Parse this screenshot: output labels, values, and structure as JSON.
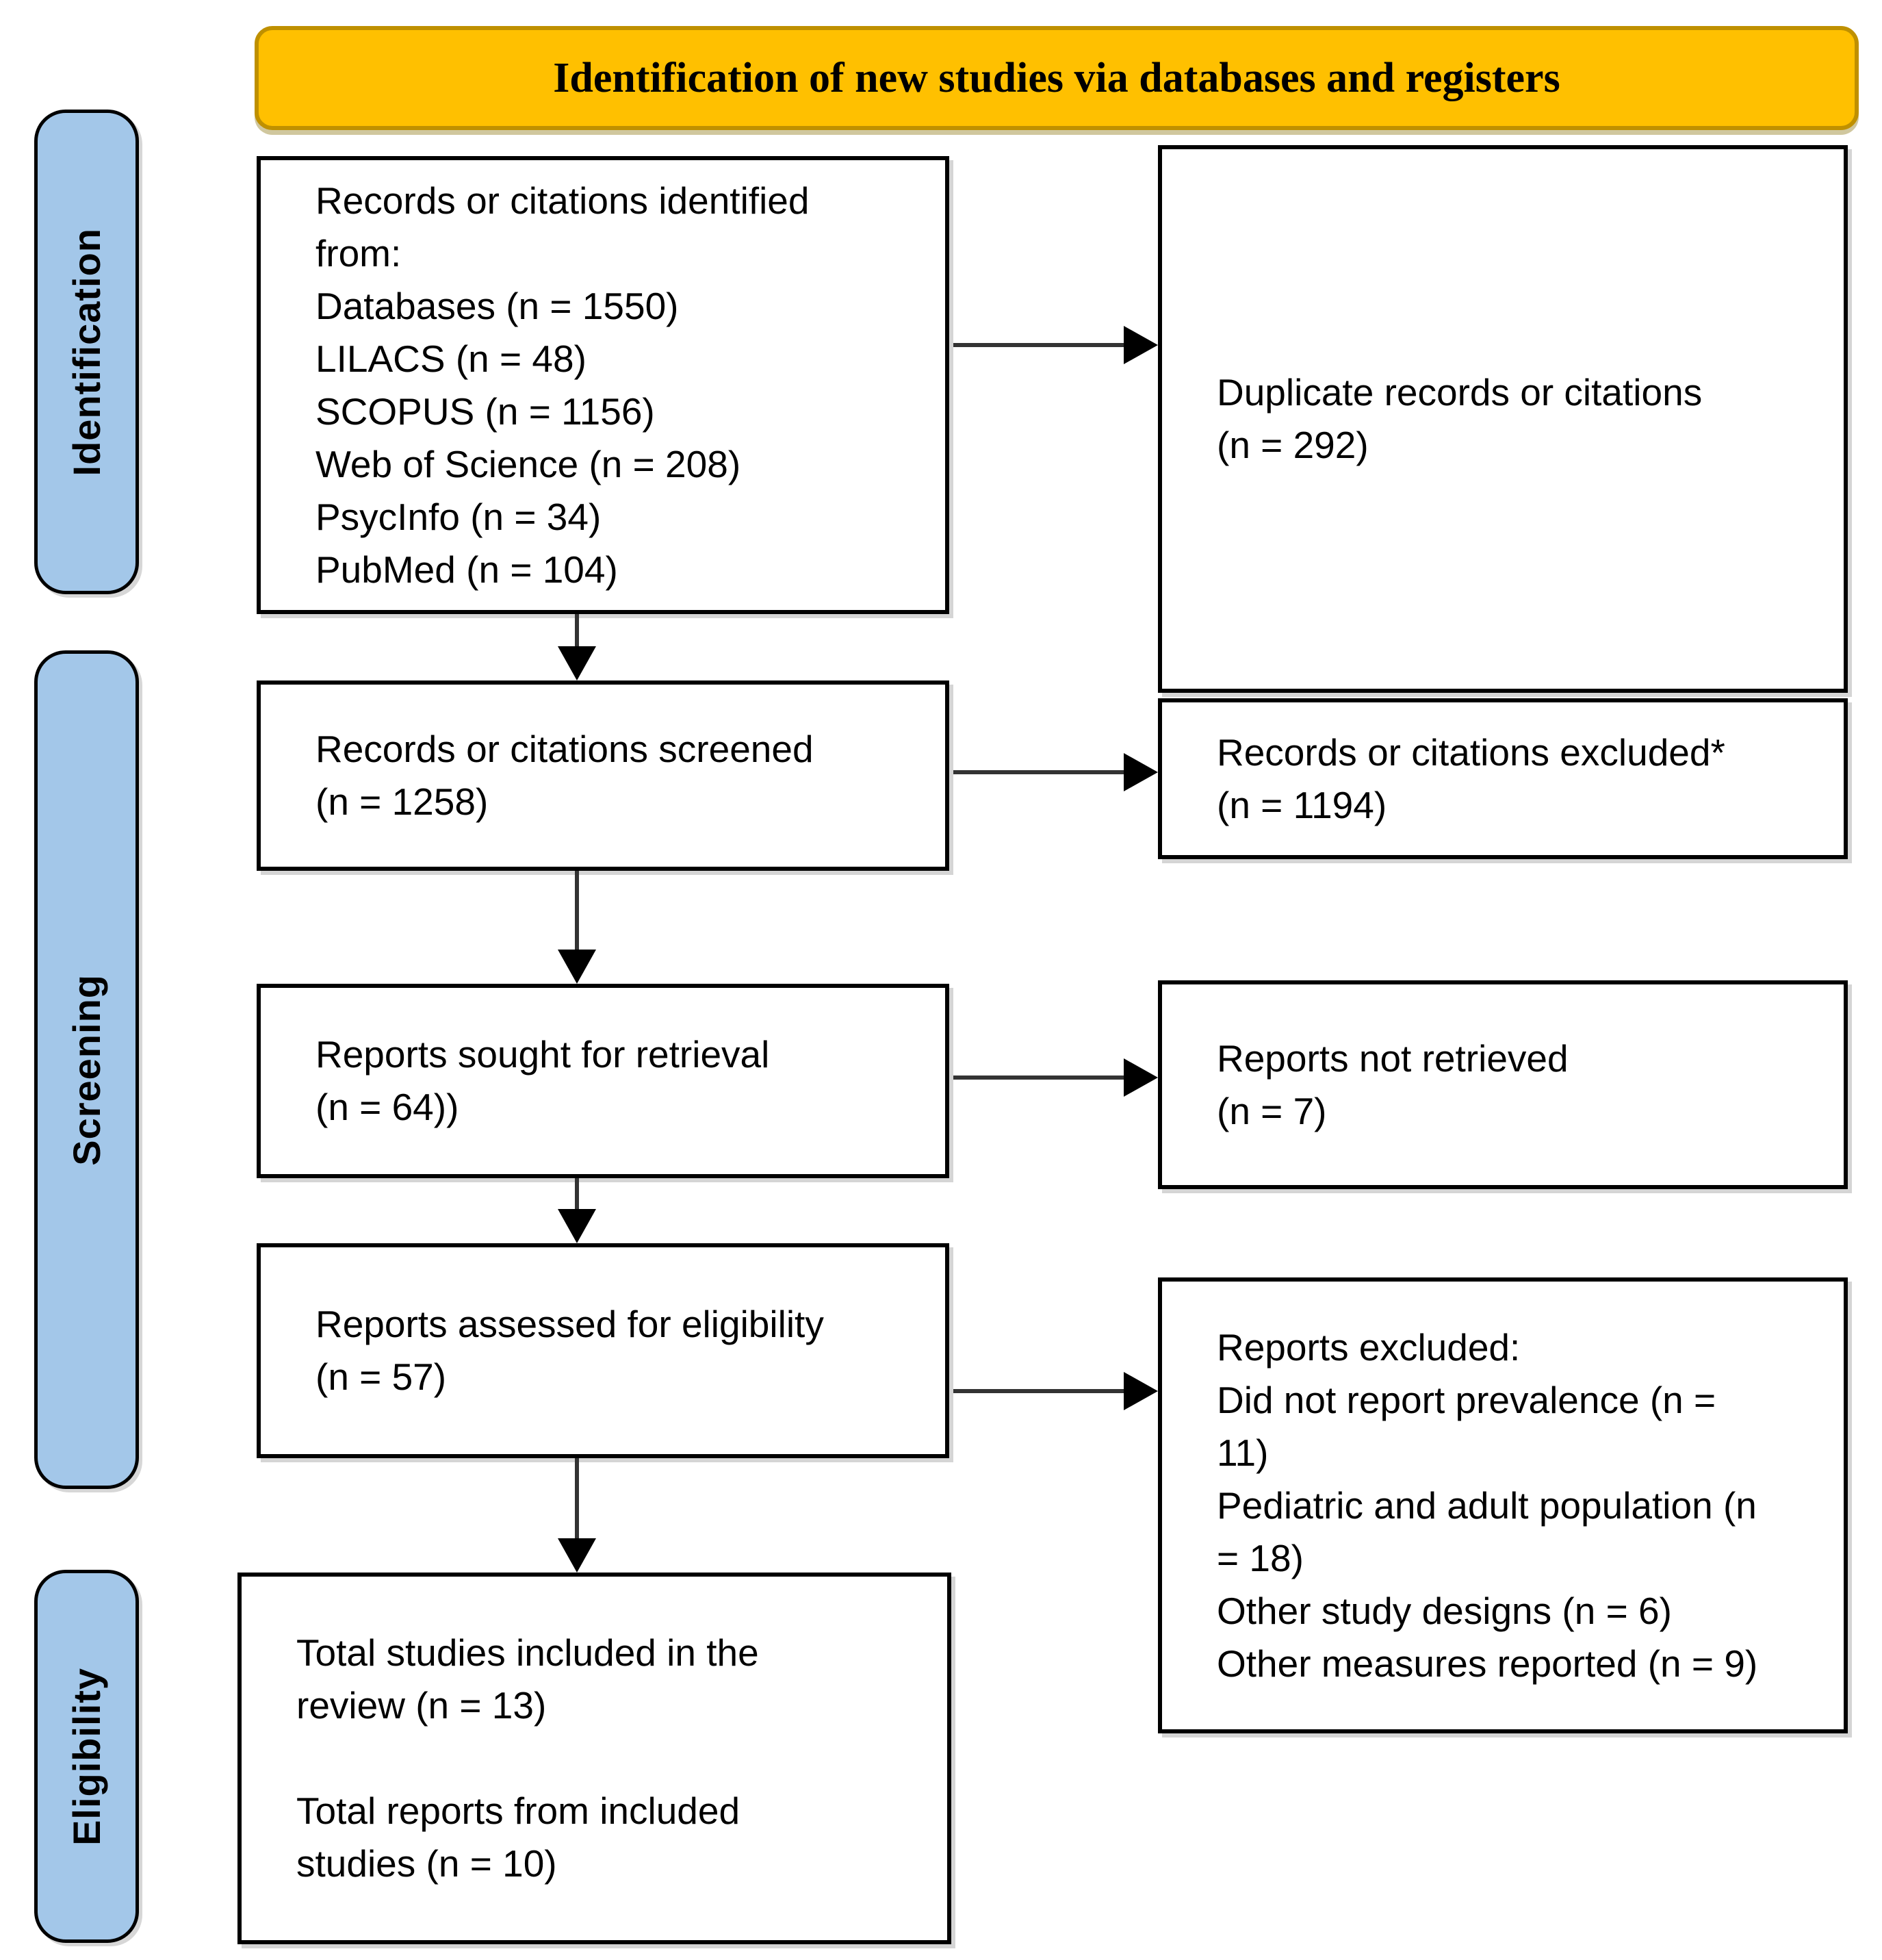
{
  "banner": {
    "label": "Identification of new studies via databases and registers",
    "fill": "#FFC000",
    "border_color": "#BF9000",
    "text_color": "#000000"
  },
  "sidebar": {
    "fill": "#A3C7E9",
    "border_color": "#000000",
    "items": [
      {
        "label": "Identification"
      },
      {
        "label": "Screening"
      },
      {
        "label": "Eligibility"
      }
    ]
  },
  "flow": {
    "left": [
      {
        "name": "records-identified",
        "lines": [
          "Records or citations identified",
          "from:",
          "Databases (n = 1550)",
          "LILACS (n = 48)",
          "SCOPUS (n = 1156)",
          "Web of Science (n = 208)",
          "PsycInfo (n = 34)",
          "PubMed (n = 104)"
        ]
      },
      {
        "name": "records-screened",
        "lines": [
          "Records or citations screened",
          "(n = 1258)"
        ]
      },
      {
        "name": "reports-sought",
        "lines": [
          "Reports sought for retrieval",
          "(n = 64))"
        ]
      },
      {
        "name": "reports-assessed",
        "lines": [
          "Reports assessed for eligibility",
          "(n = 57)"
        ]
      },
      {
        "name": "total-included",
        "lines": [
          "Total studies included in the",
          "review (n = 13)",
          "",
          "Total reports from included",
          "studies (n = 10)"
        ]
      }
    ],
    "right": [
      {
        "name": "duplicates-removed",
        "lines": [
          "Duplicate records or citations",
          "(n = 292)"
        ]
      },
      {
        "name": "records-excluded",
        "lines": [
          "Records or citations excluded*",
          "(n = 1194)"
        ]
      },
      {
        "name": "reports-not-retrieved",
        "lines": [
          "Reports not retrieved",
          "(n = 7)"
        ]
      },
      {
        "name": "reports-excluded",
        "lines": [
          "Reports excluded:",
          "Did not report prevalence (n =",
          "11)",
          "Pediatric and adult population (n",
          "= 18)",
          "Other study designs (n = 6)",
          "Other measures reported (n = 9)"
        ]
      }
    ]
  }
}
